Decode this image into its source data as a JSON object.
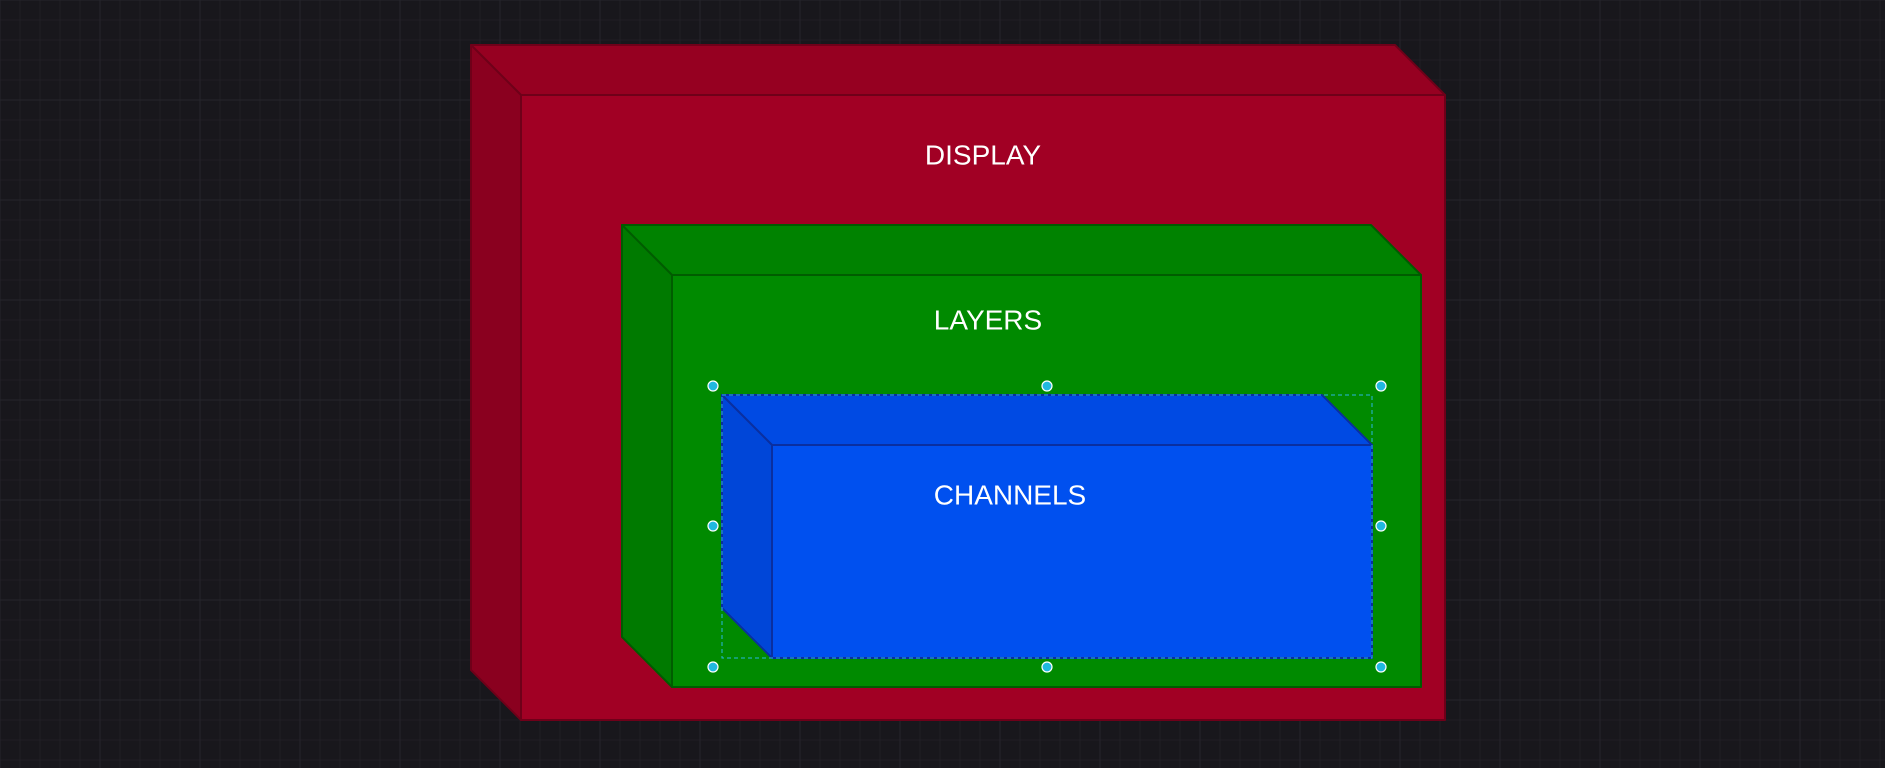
{
  "diagram": {
    "shapes": {
      "display": {
        "label": "DISPLAY",
        "front_color": "#a10024",
        "side_color": "#8a001f",
        "top_color": "#960021",
        "stroke": "#6f0019"
      },
      "layers": {
        "label": "LAYERS",
        "front_color": "#008a00",
        "side_color": "#007a00",
        "top_color": "#008200",
        "stroke": "#005c00"
      },
      "channels": {
        "label": "CHANNELS",
        "front_color": "#0050ef",
        "side_color": "#0046d8",
        "top_color": "#004ae3",
        "stroke": "#0a2fa0",
        "selected": true
      }
    },
    "grid_color": "#26252c",
    "selection_color": "#2ab5e0"
  }
}
